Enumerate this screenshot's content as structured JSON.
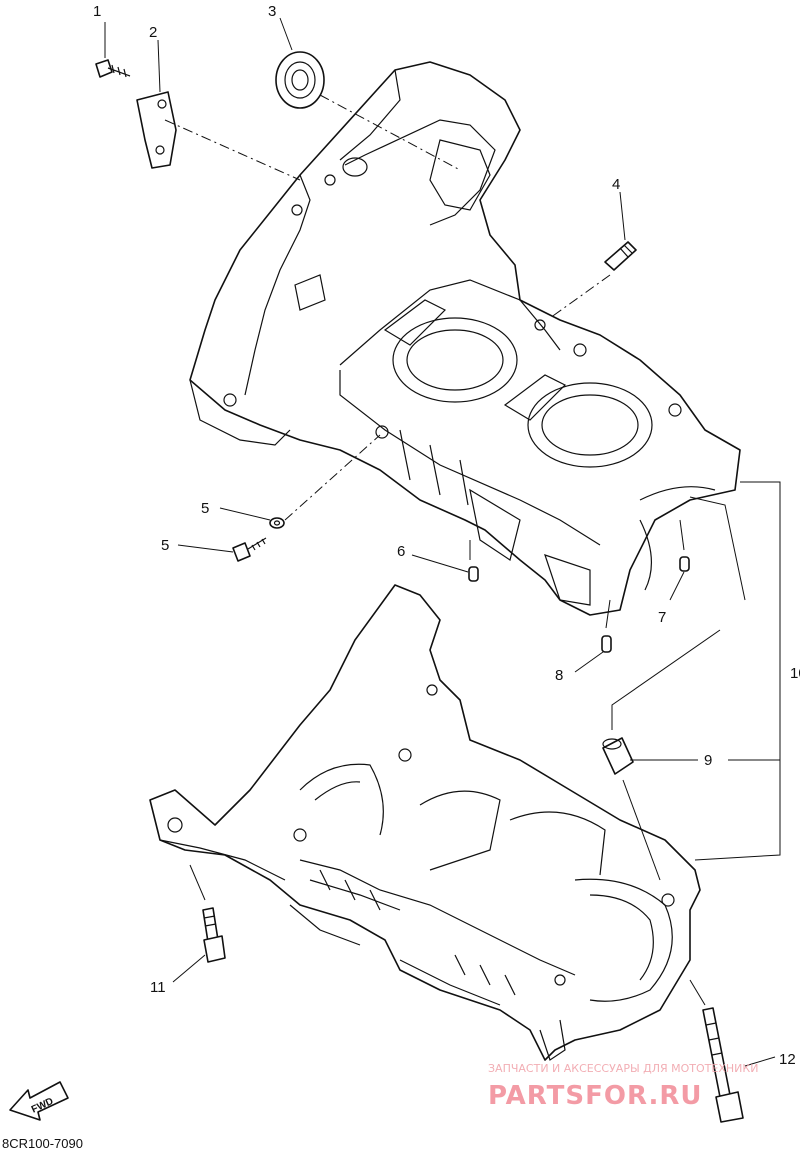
{
  "diagram": {
    "drawing_code": "8CR100-7090",
    "callouts": [
      "1",
      "2",
      "3",
      "4",
      "5",
      "5",
      "6",
      "7",
      "8",
      "9",
      "10",
      "11",
      "12"
    ],
    "direction_marker": "FWD",
    "watermark": {
      "top": "ЗАПЧАСТИ И АКСЕССУАРЫ ДЛЯ МОТОТЕХНИКИ",
      "brand": "PARTSFOR.RU"
    }
  }
}
